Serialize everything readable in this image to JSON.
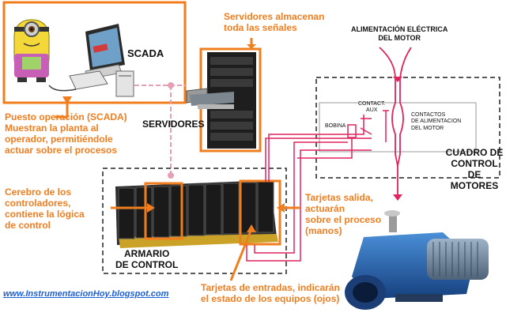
{
  "labels": {
    "scada": "SCADA",
    "servidores": "SERVIDORES",
    "servers_caption": "Servidores almacenan\ntoda las señales",
    "operator_caption": "Puesto operación (SCADA)\nMuestran la planta al\noperador, permitiéndole\nactuar sobre el procesos",
    "brain_caption": "Cerebro de los\ncontroladores,\ncontiene la lógica\nde control",
    "armario": "ARMARIO\nDE CONTROL",
    "output_cards": "Tarjetas salida,\nactuarán\nsobre el proceso\n(manos)",
    "input_cards": "Tarjetas de entradas, indicarán\nel estado de los equipos (ojos)",
    "power": "ALIMENTACIÓN ELÉCTRICA\nDEL MOTOR",
    "contact_aux": "CONTACT.\nAUX",
    "bobina": "BOBINA",
    "contactos_alim": "CONTACTOS\nDE ALIMENTACION\nDEL MOTOR",
    "cuadro": "CUADRO DE\nCONTROL\nDE MOTORES",
    "website": "www.InstrumentacionHoy.blogspot.com"
  },
  "colors": {
    "highlight": "#f07d1e",
    "signal_line": "#e0245e",
    "network_line": "#e6a0b4",
    "cabinet_border": "#222222"
  }
}
